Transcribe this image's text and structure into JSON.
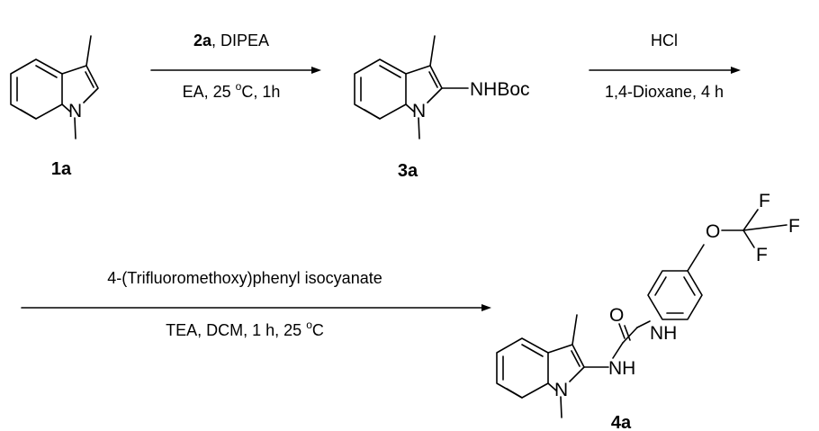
{
  "scheme": {
    "step1": {
      "reagent_bold": "2a",
      "reagent_rest": ", DIPEA",
      "conditions_prefix": "EA, 25 ",
      "degree": "o",
      "conditions_suffix": "C, 1h"
    },
    "step2": {
      "reagent": "HCl",
      "conditions": "1,4-Dioxane, 4 h"
    },
    "step3": {
      "reagent": "4-(Trifluoromethoxy)phenyl isocyanate",
      "conditions_prefix": "TEA, DCM, 1 h, 25 ",
      "degree": "o",
      "conditions_suffix": "C"
    }
  },
  "compounds": {
    "c1": "1a",
    "c3": "3a",
    "c4": "4a"
  },
  "atoms": {
    "n": "N",
    "nhboc": "NHBoc",
    "nh": "NH",
    "o": "O",
    "f": "F"
  }
}
